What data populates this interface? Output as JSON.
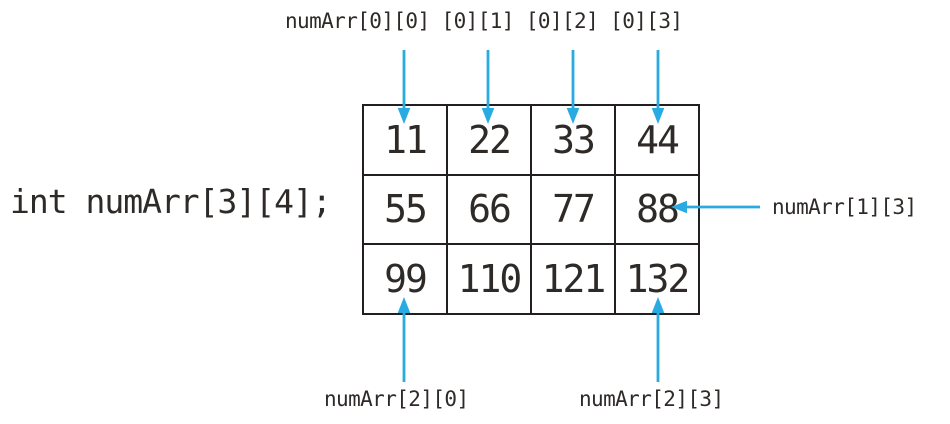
{
  "declaration": "int numArr[3][4];",
  "labels": {
    "top": "numArr[0][0] [0][1] [0][2] [0][3]",
    "right": "numArr[1][3]",
    "bottom_left": "numArr[2][0]",
    "bottom_right": "numArr[2][3]"
  },
  "grid": {
    "rows": 3,
    "cols": 4,
    "values": [
      [
        11,
        22,
        33,
        44
      ],
      [
        55,
        66,
        77,
        88
      ],
      [
        99,
        110,
        121,
        132
      ]
    ]
  },
  "colors": {
    "arrow": "#29abe2",
    "ink": "#2e2a28",
    "grid_border": "#231f20",
    "background": "#ffffff"
  }
}
